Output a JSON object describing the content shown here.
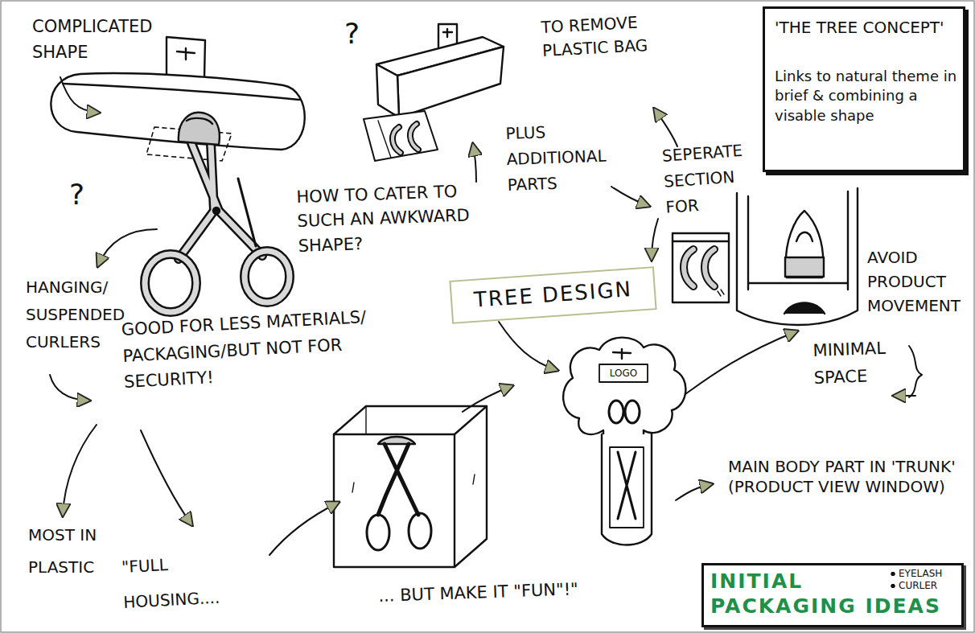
{
  "diagram": {
    "nodes": [
      {
        "text": [
          "'THE TREE CONCEPT'",
          "Links to natural theme in brief & combining a visable shape"
        ]
      },
      {
        "text": [
          "TREE DESIGN"
        ]
      },
      {
        "text": [
          "INITIAL PACKAGING IDEAS",
          "EYELASH",
          "CURLER"
        ]
      }
    ],
    "labels": [
      "COMPLICATED SHAPE",
      "?",
      "TO REMOVE PLASTIC BAG",
      "?",
      "PLUS ADDITIONAL PARTS",
      "SEPERATE SECTION FOR",
      "HOW TO CATER TO SUCH AN AWKWARD SHAPE?",
      "HANGING/ SUSPENDED CURLERS",
      "GOOD FOR LESS MATERIALS/ PACKAGING/BUT NOT FOR SECURITY!",
      "AVOID PRODUCT MOVEMENT",
      "MINIMAL SPACE",
      "LOGO",
      "MAIN BODY PART IN 'TRUNK' (PRODUCT VIEW WINDOW)",
      "MOST IN PLASTIC",
      "\"FULL HOUSING....",
      "... BUT MAKE IT \"FUN\"!\""
    ]
  }
}
